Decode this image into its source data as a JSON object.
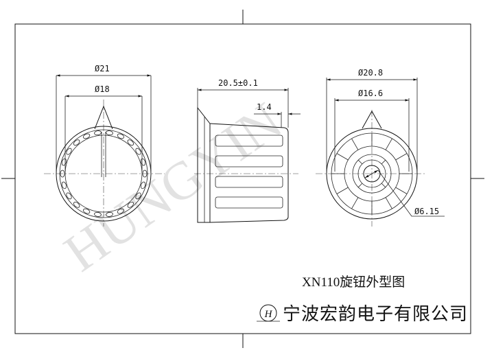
{
  "watermark": "HUNGYIN",
  "front_view": {
    "outer_diameter": "Ø21",
    "inner_diameter": "Ø18"
  },
  "side_view": {
    "length": "20.5±0.1",
    "step": "1.4"
  },
  "rear_view": {
    "outer_diameter": "Ø20.8",
    "inner_diameter": "Ø16.6",
    "bore_diameter": "Ø6.15"
  },
  "title_block": {
    "title": "XN110旋钮外型图",
    "logo_letter": "H",
    "company": "宁波宏韵电子有限公司"
  }
}
